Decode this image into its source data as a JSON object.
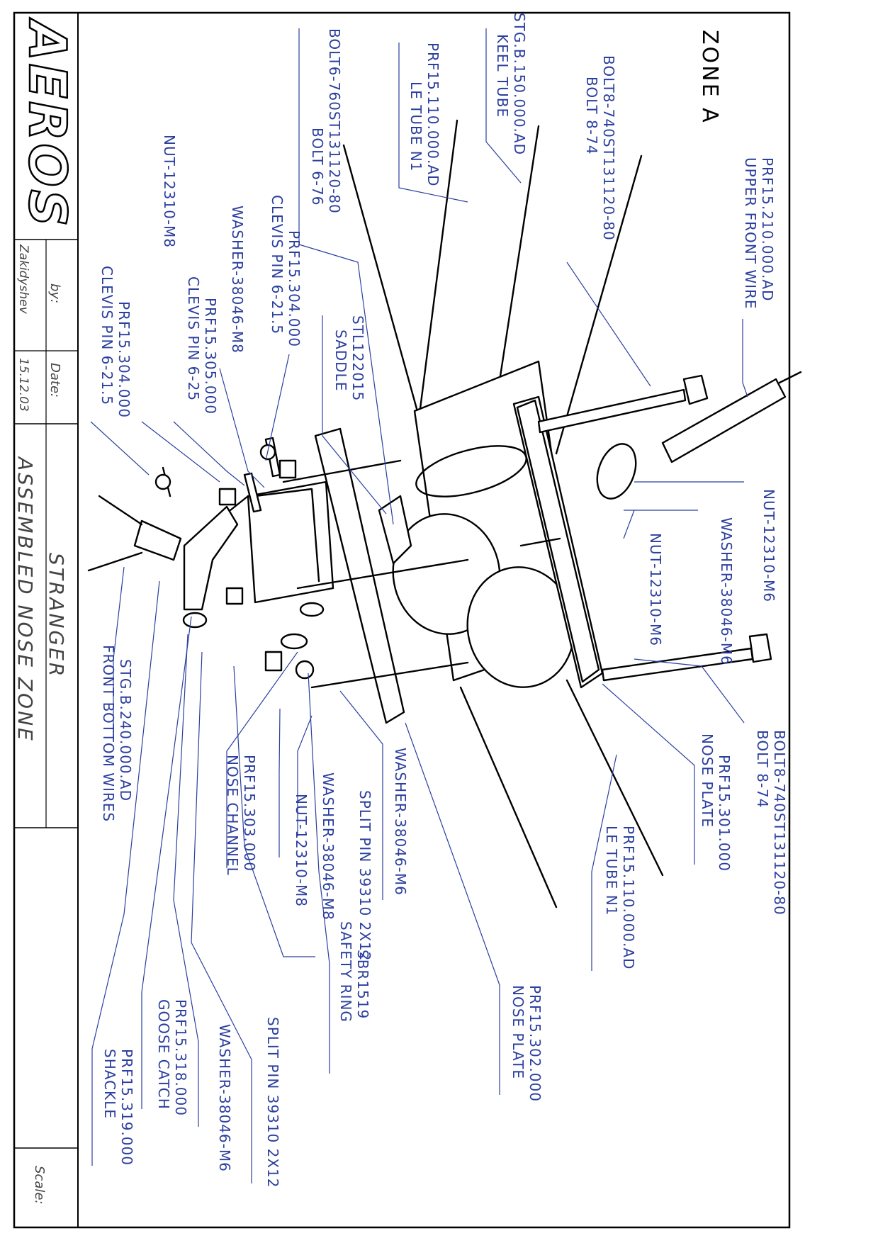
{
  "zone_label": "ZONE A",
  "title_block": {
    "company": "AEROS",
    "by_label": "by:",
    "by_value": "Zakidyshev",
    "date_label": "Date:",
    "date_value": "15.12.03",
    "product": "STRANGER",
    "sheet_title": "ASSEMBLED NOSE ZONE",
    "scale_label": "Scale:"
  },
  "callouts": [
    {
      "id": "c1",
      "lines": [
        "PRF15.210.000.AD",
        "UPPER FRONT WIRE"
      ]
    },
    {
      "id": "c2",
      "lines": [
        "BOLT8-740ST131120-80",
        "BOLT 8-74"
      ]
    },
    {
      "id": "c3",
      "lines": [
        "STG.B.150.000.AD",
        "KEEL TUBE"
      ]
    },
    {
      "id": "c4",
      "lines": [
        "PRF15.110.000.AD",
        "LE TUBE N1"
      ]
    },
    {
      "id": "c5",
      "lines": [
        "BOLT6-760ST131120-80",
        "BOLT 6-76"
      ]
    },
    {
      "id": "c6",
      "lines": [
        "STL122015",
        "SADDLE"
      ]
    },
    {
      "id": "c7",
      "lines": [
        "PRF15.304.000",
        "CLEVIS PIN 6-21.5"
      ]
    },
    {
      "id": "c8",
      "lines": [
        "WASHER-38046-M8"
      ]
    },
    {
      "id": "c9",
      "lines": [
        "PRF15.305.000",
        "CLEVIS PIN 6-25"
      ]
    },
    {
      "id": "c10",
      "lines": [
        "NUT-12310-M8"
      ]
    },
    {
      "id": "c11",
      "lines": [
        "PRF15.304.000",
        "CLEVIS PIN 6-21.5"
      ]
    },
    {
      "id": "c12",
      "lines": [
        "NUT-12310-M6"
      ]
    },
    {
      "id": "c13",
      "lines": [
        "WASHER-38046-M6"
      ]
    },
    {
      "id": "c14",
      "lines": [
        "NUT-12310-M6"
      ]
    },
    {
      "id": "c15",
      "lines": [
        "BOLT8-740ST131120-80",
        "BOLT 8-74"
      ]
    },
    {
      "id": "c16",
      "lines": [
        "PRF15.301.000",
        "NOSE PLATE"
      ]
    },
    {
      "id": "c17",
      "lines": [
        "PRF15.110.000.AD",
        "LE TUBE N1"
      ]
    },
    {
      "id": "c18",
      "lines": [
        "PRF15.302.000",
        "NOSE PLATE"
      ]
    },
    {
      "id": "c19",
      "lines": [
        "WASHER-38046-M6"
      ]
    },
    {
      "id": "c20",
      "lines": [
        "SPLIT PIN 39310 2X12"
      ]
    },
    {
      "id": "c21",
      "lines": [
        "SBR1519",
        "SAFETY RING"
      ]
    },
    {
      "id": "c22",
      "lines": [
        "WASHER-38046-M8"
      ]
    },
    {
      "id": "c23",
      "lines": [
        "NUT-12310-M8"
      ]
    },
    {
      "id": "c24",
      "lines": [
        "PRF15.303.000",
        "NOSE CHANNEL"
      ]
    },
    {
      "id": "c25",
      "lines": [
        "SPLIT PIN 39310 2X12"
      ]
    },
    {
      "id": "c26",
      "lines": [
        "WASHER-38046-M6"
      ]
    },
    {
      "id": "c27",
      "lines": [
        "PRF15.318.000",
        "GOOSE CATCH"
      ]
    },
    {
      "id": "c28",
      "lines": [
        "PRF15.319.000",
        "SHACKLE"
      ]
    },
    {
      "id": "c29",
      "lines": [
        "STG.B.240.000.AD",
        "FRONT BOTTOM WIRES"
      ]
    }
  ],
  "colors": {
    "ink": "#000000",
    "callout": "#2b3f9e",
    "paper": "#ffffff"
  }
}
